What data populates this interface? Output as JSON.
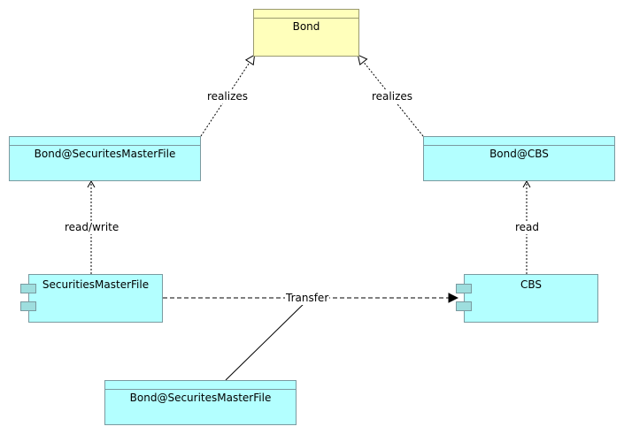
{
  "nodes": {
    "bond": "Bond",
    "bond_smf": "Bond@SecuritesMasterFile",
    "bond_cbs": "Bond@CBS",
    "smf": "SecuritiesMasterFile",
    "cbs": "CBS",
    "bond_smf_instance": "Bond@SecuritesMasterFile"
  },
  "edges": {
    "realizes_left": "realizes",
    "realizes_right": "realizes",
    "read_write": "read/write",
    "read": "read",
    "transfer": "Transfer"
  },
  "colors": {
    "class_fill": "#b3ffff",
    "interface_fill": "#ffffbb",
    "line": "#000000"
  }
}
